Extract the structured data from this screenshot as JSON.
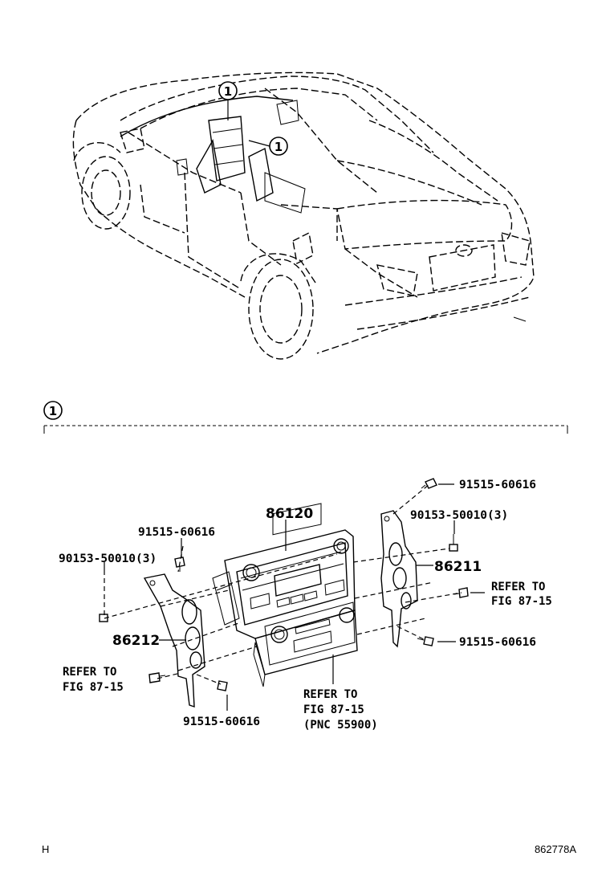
{
  "callout": {
    "number": "1"
  },
  "parts": {
    "p86120": "86120",
    "p86211": "86211",
    "p86212": "86212",
    "screw_top_right": "91515-60616",
    "clip_top_right": "90153-50010(3)",
    "screw_top_left": "91515-60616",
    "clip_left": "90153-50010(3)",
    "screw_right_lower": "91515-60616",
    "screw_bottom_left": "91515-60616"
  },
  "refers": {
    "right": [
      "REFER TO",
      "FIG 87-15"
    ],
    "left": [
      "REFER TO",
      "FIG 87-15"
    ],
    "bottom": [
      "REFER TO",
      "FIG 87-15",
      "(PNC 55900)"
    ]
  },
  "footer": {
    "left": "H",
    "right": "862778A"
  }
}
